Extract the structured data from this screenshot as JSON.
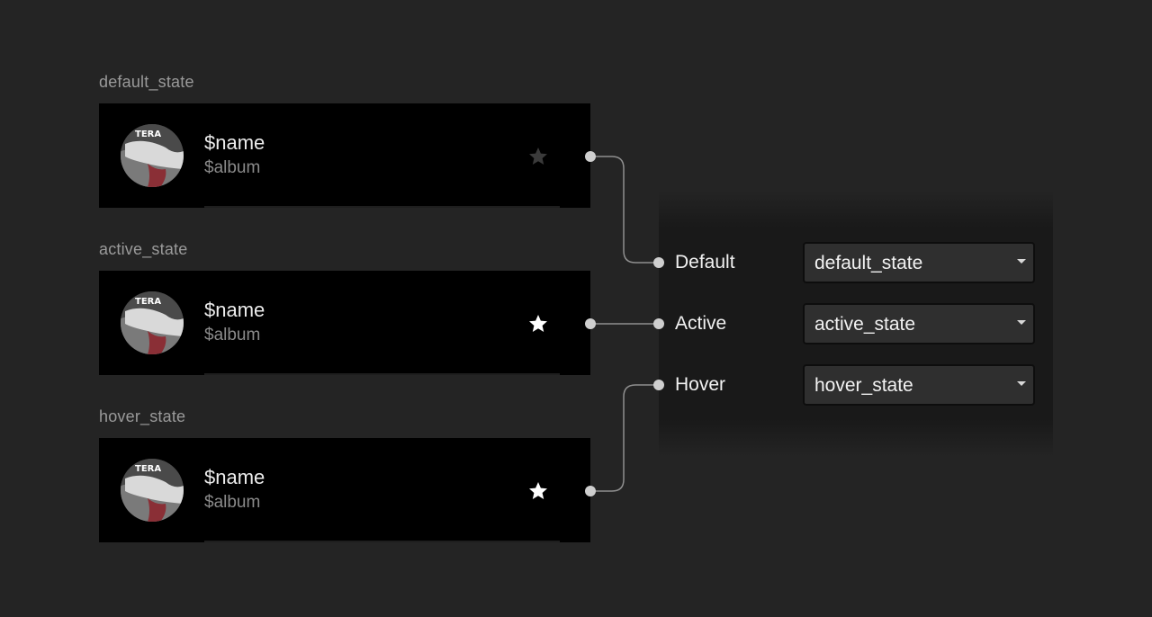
{
  "states": [
    {
      "label": "default_state",
      "name": "$name",
      "album": "$album",
      "star": "inactive"
    },
    {
      "label": "active_state",
      "name": "$name",
      "album": "$album",
      "star": "active"
    },
    {
      "label": "hover_state",
      "name": "$name",
      "album": "$album",
      "star": "active"
    }
  ],
  "album_art": {
    "text": "TERA"
  },
  "properties": [
    {
      "label": "Default",
      "value": "default_state"
    },
    {
      "label": "Active",
      "value": "active_state"
    },
    {
      "label": "Hover",
      "value": "hover_state"
    }
  ],
  "colors": {
    "background": "#242424",
    "card": "#000000",
    "star_inactive": "#3a3a3a",
    "star_active": "#ffffff",
    "wire": "#9a9a9a",
    "port": "#cfcfcf",
    "dropdown": "#2f2f2f"
  },
  "icons": [
    "star-icon",
    "chevron-down-icon",
    "album-art"
  ]
}
